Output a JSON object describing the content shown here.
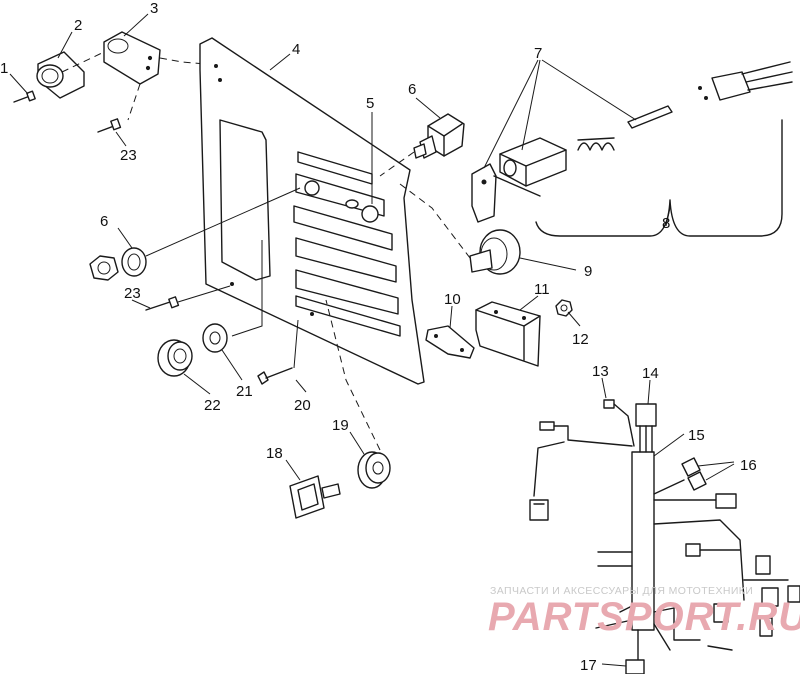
{
  "callouts": {
    "c1": "1",
    "c2": "2",
    "c3": "3",
    "c4": "4",
    "c5": "5",
    "c6a": "6",
    "c6b": "6",
    "c7": "7",
    "c8": "8",
    "c9": "9",
    "c10": "10",
    "c11": "11",
    "c12": "12",
    "c13": "13",
    "c14": "14",
    "c15": "15",
    "c16": "16",
    "c17": "17",
    "c18": "18",
    "c19": "19",
    "c20": "20",
    "c21": "21",
    "c22": "22",
    "c23a": "23",
    "c23b": "23"
  },
  "watermark": {
    "subtitle": "ЗАПЧАСТИ И АКСЕССУАРЫ ДЛЯ МОТОТЕХНИКИ",
    "logo": "PARTSPORT.RU"
  },
  "colors": {
    "ink": "#1a1a1a",
    "watermark_logo": "#e8a9b0",
    "watermark_text": "#c9c9c9"
  }
}
